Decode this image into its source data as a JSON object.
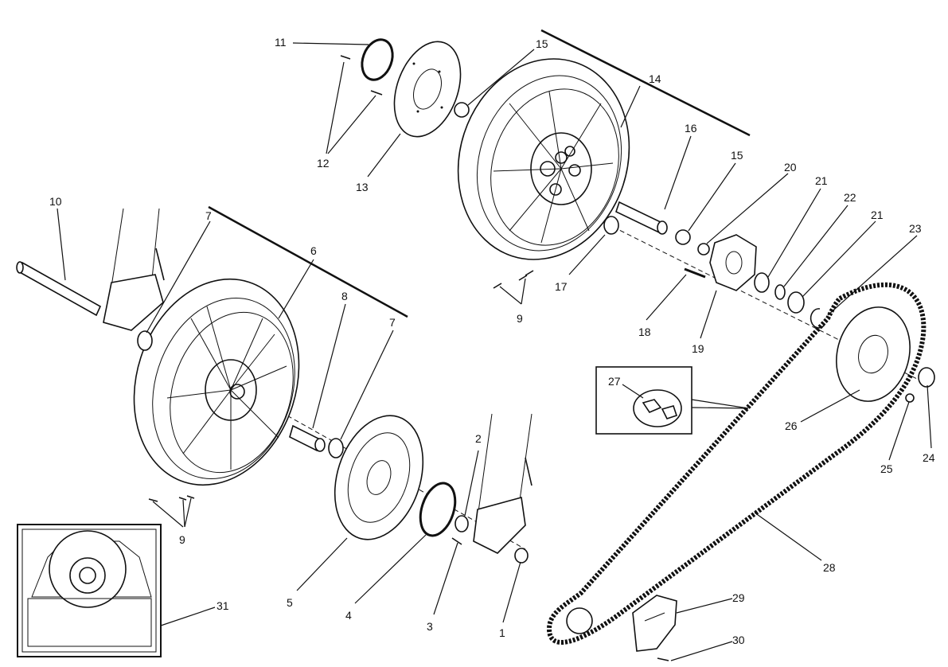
{
  "callouts": {
    "c1": "1",
    "c2": "2",
    "c3": "3",
    "c4": "4",
    "c5": "5",
    "c6": "6",
    "c7a": "7",
    "c7b": "7",
    "c8": "8",
    "c9a": "9",
    "c9b": "9",
    "c10": "10",
    "c11": "11",
    "c12": "12",
    "c13": "13",
    "c14": "14",
    "c15a": "15",
    "c15b": "15",
    "c16": "16",
    "c17": "17",
    "c18": "18",
    "c19": "19",
    "c20": "20",
    "c21a": "21",
    "c21b": "21",
    "c22": "22",
    "c23": "23",
    "c24": "24",
    "c25": "25",
    "c26": "26",
    "c27": "27",
    "c28": "28",
    "c29": "29",
    "c30": "30",
    "c31": "31"
  }
}
